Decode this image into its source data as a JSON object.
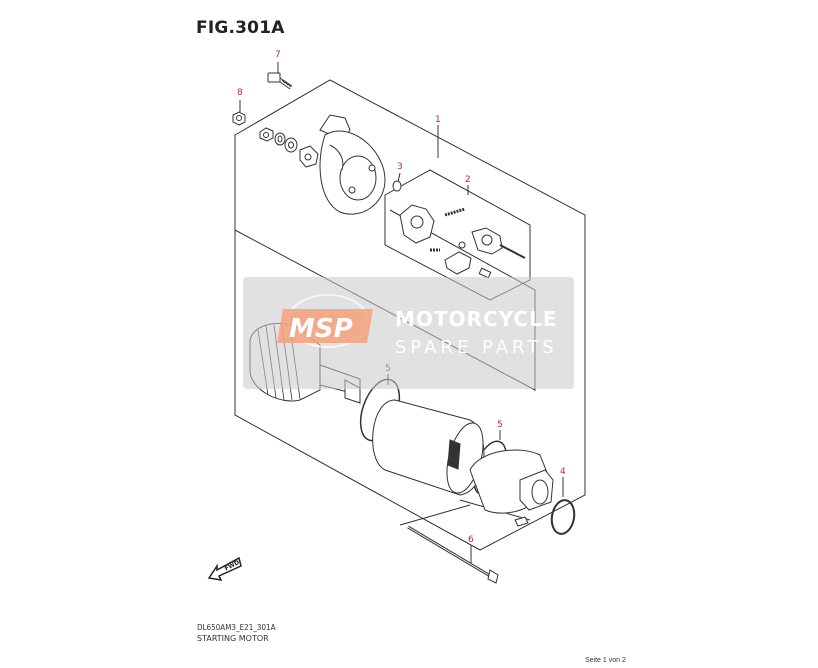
{
  "figure": {
    "title": "FIG.301A"
  },
  "callouts": [
    {
      "id": "1",
      "label": "1"
    },
    {
      "id": "2",
      "label": "2"
    },
    {
      "id": "3",
      "label": "3"
    },
    {
      "id": "4",
      "label": "4"
    },
    {
      "id": "5a",
      "label": "5"
    },
    {
      "id": "5b",
      "label": "5"
    },
    {
      "id": "6",
      "label": "6"
    },
    {
      "id": "7",
      "label": "7"
    },
    {
      "id": "8",
      "label": "8"
    }
  ],
  "footer": {
    "code": "DL650AM3_E21_301A",
    "name": "STARTING MOTOR",
    "page": "Seite 1 von 2"
  },
  "watermark": {
    "logo_text": "MSP",
    "title": "MOTORCYCLE",
    "subtitle": "SPARE PARTS"
  },
  "fwd_label": "FWD",
  "colors": {
    "callout": "#b03030",
    "line": "#333333",
    "watermark_bg": "#c8c8c8",
    "logo": "#f4a07a"
  }
}
